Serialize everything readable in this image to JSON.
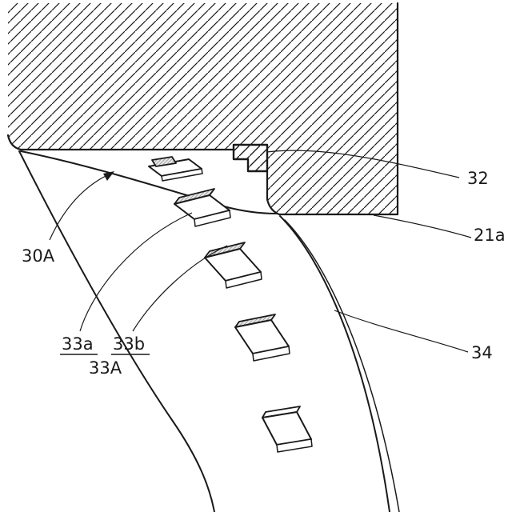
{
  "figure": {
    "type": "patent-line-drawing",
    "description": "Cross-section of a mold segment (hatched) over a curved tire tread band carrying diamond-shaped protrusions",
    "labels": {
      "ref_32": "32",
      "ref_21a": "21a",
      "ref_30A": "30A",
      "ref_33a": "33a",
      "ref_33b": "33b",
      "ref_33A": "33A",
      "ref_34": "34"
    },
    "colors": {
      "line": "#1a1a1a",
      "shade_fill": "#e3e3e3",
      "background": "#ffffff"
    }
  }
}
